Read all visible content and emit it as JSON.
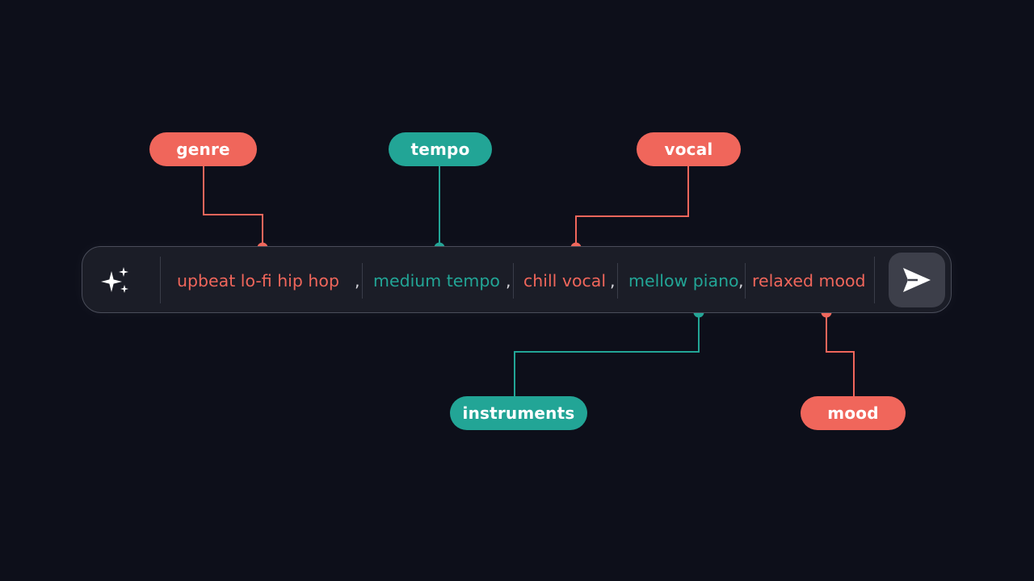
{
  "prompt": {
    "segments": [
      {
        "text": "upbeat lo-fi hip hop",
        "category": "genre"
      },
      {
        "text": "medium tempo",
        "category": "tempo"
      },
      {
        "text": "chill vocal",
        "category": "vocal"
      },
      {
        "text": "mellow piano",
        "category": "instruments"
      },
      {
        "text": "relaxed mood",
        "category": "mood"
      }
    ],
    "separator": ","
  },
  "tags": {
    "genre": "genre",
    "tempo": "tempo",
    "vocal": "vocal",
    "instruments": "instruments",
    "mood": "mood"
  },
  "icons": {
    "leading": "sparkle-icon",
    "send": "send-icon"
  },
  "colors": {
    "background": "#0d0f1a",
    "coral": "#f0665b",
    "teal": "#22a596",
    "bar": "#1b1d27",
    "send_button": "#3d3f4a"
  }
}
